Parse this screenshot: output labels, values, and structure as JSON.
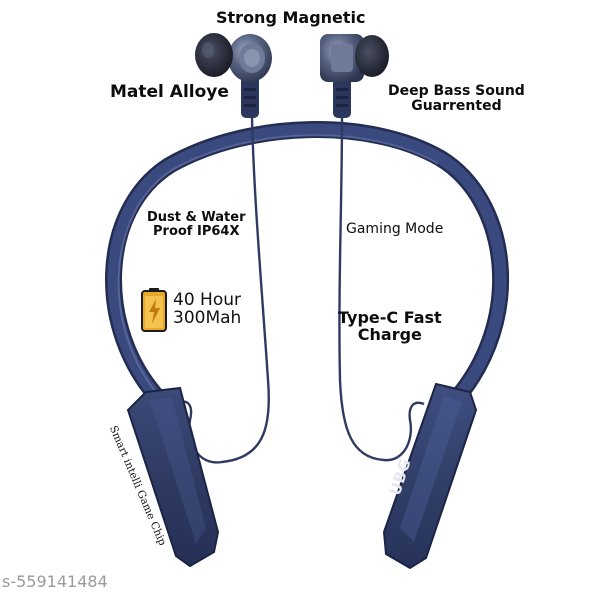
{
  "labels": {
    "strong_magnetic": "Strong Magnetic",
    "metal_alloy": "Matel Alloye",
    "deep_bass_line1": "Deep Bass Sound",
    "deep_bass_line2": "Guarrented",
    "dust_water_line1": "Dust & Water",
    "dust_water_line2": "Proof IP64X",
    "gaming_mode": "Gaming Mode",
    "battery_hours": "40 Hour",
    "battery_capacity": "300Mah",
    "typec_line1": "Type-C Fast",
    "typec_line2": "Charge",
    "smart_chip": "Smart intelli Game Chip",
    "brand_logo": "UBG"
  },
  "watermark": "s-559141484",
  "colors": {
    "band": "#3a4a7e",
    "band_dark": "#263157",
    "earbud_metal": "#4d5a78",
    "battery": "#e8a92b"
  }
}
